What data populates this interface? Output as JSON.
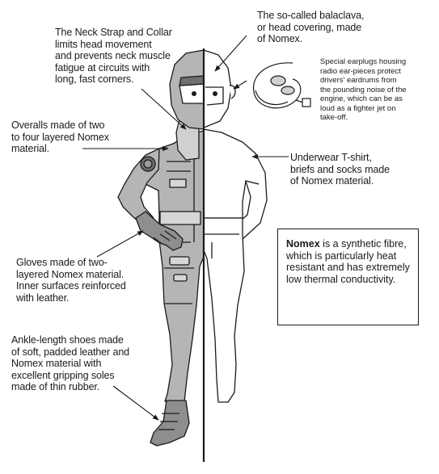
{
  "labels": {
    "neck_strap": "The Neck Strap and Collar\nlimits head movement\nand prevents neck muscle\nfatigue at circuits with\nlong, fast corners.",
    "balaclava": "The so-called balaclava,\nor head covering, made\nof Nomex.",
    "earplugs": "Special earplugs housing\nradio ear-pieces protect\ndrivers' eardrums from\nthe pounding noise of the\nengine, which can be as\nloud as a fighter jet on\ntake-off.",
    "overalls": "Overalls made of two\nto four layered Nomex\nmaterial.",
    "underwear": "Underwear T-shirt,\nbriefs and socks made\nof Nomex material.",
    "gloves": "Gloves made of two-\nlayered Nomex material.\nInner surfaces reinforced\nwith leather.",
    "shoes": "Ankle-length shoes made\nof soft, padded leather and\nNomex material with\nexcellent gripping soles\nmade of thin rubber."
  },
  "nomex_box": {
    "term": "Nomex",
    "text": " is a synthetic fibre, which is particularly heat resistant and has extremely low thermal conductivity."
  },
  "colors": {
    "ink": "#1a1a1a",
    "suit_fill": "#b5b5b5",
    "suit_shade": "#8e8e8e",
    "skin_fill": "#ffffff"
  }
}
